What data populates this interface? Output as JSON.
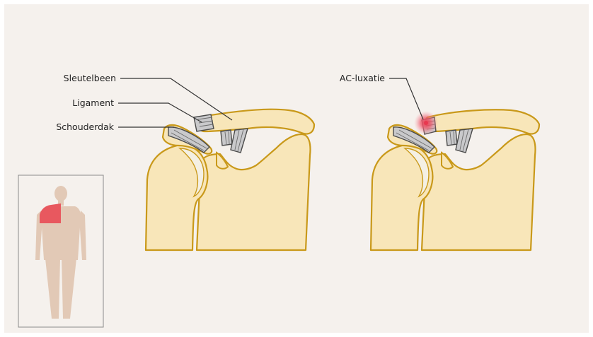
{
  "labels": {
    "clavicle": "Sleutelbeen",
    "ligament": "Ligament",
    "acromion": "Schouderdak",
    "injury": "AC-luxatie"
  },
  "colors": {
    "background": "#f5f1ed",
    "bone_fill": "#f8e6b9",
    "bone_outline": "#c9991a",
    "cartilage": "#f4f0e4",
    "ligament_fill": "#c9c9cb",
    "ligament_outline": "#4a4a4a",
    "injury_glow": "#e8384f",
    "body_silhouette": "#e2c9b6",
    "highlight": "#e8585f",
    "leader_line": "#333333"
  },
  "icons": [
    "shoulder-healthy-illustration",
    "shoulder-dislocated-illustration",
    "body-silhouette-icon",
    "injury-glow-icon"
  ]
}
